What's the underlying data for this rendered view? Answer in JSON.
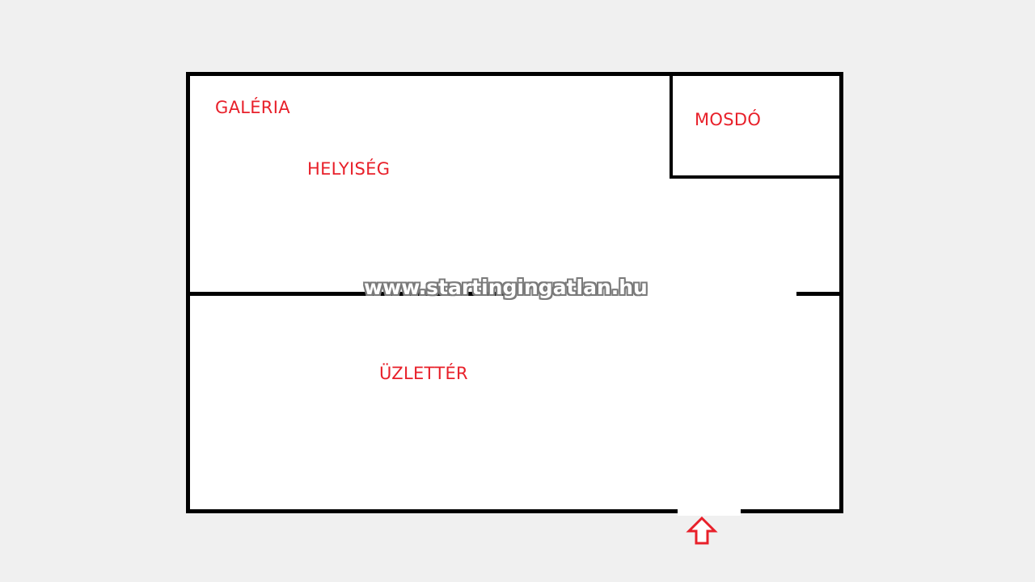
{
  "rooms": {
    "galeria": "GALÉRIA",
    "helyiseg": "HELYISÉG",
    "mosdo": "MOSDÓ",
    "uzletter": "ÜZLETTÉR"
  },
  "watermark": "www.startingingatlan.hu",
  "entrance_icon": "up-arrow-icon",
  "colors": {
    "label": "#e8202a",
    "wall": "#000000",
    "background": "#f0f0f0"
  }
}
